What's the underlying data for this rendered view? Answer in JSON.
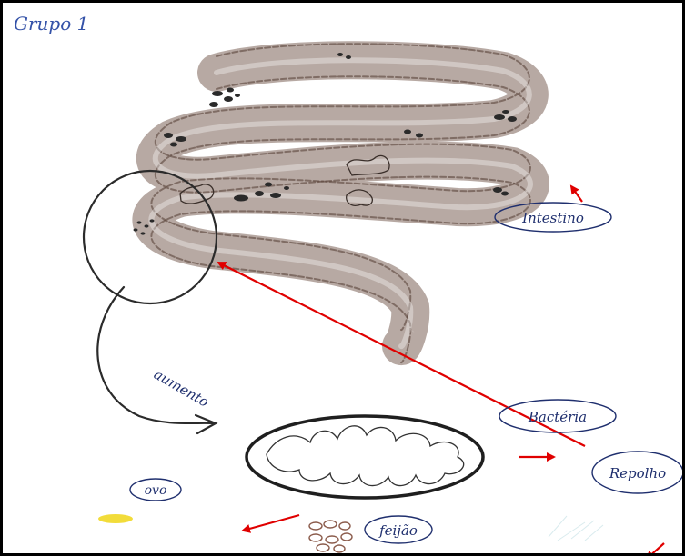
{
  "title": "Grupo 1",
  "labels": {
    "intestino": "Intestino",
    "aumento": "aumento",
    "bacteria": "Bactéria",
    "repolho": "Repolho",
    "ovo": "ovo",
    "feijao": "feijão"
  },
  "colors": {
    "pencil_brown": "#6b5247",
    "arrow_red": "#e00000",
    "ink_blue": "#1f2f6e",
    "graphite": "#2b2b2b",
    "yellow": "#f2dc3a"
  }
}
